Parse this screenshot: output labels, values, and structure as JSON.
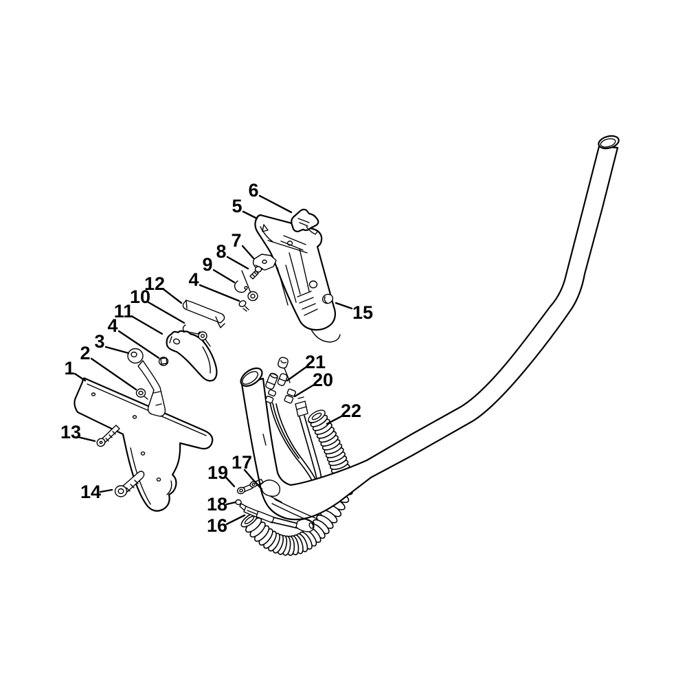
{
  "page": {
    "background": "#ffffff",
    "ink": "#000000"
  },
  "diagram_type": "exploded-parts-diagram",
  "callouts": [
    {
      "number": "6"
    },
    {
      "number": "5"
    },
    {
      "number": "7"
    },
    {
      "number": "8"
    },
    {
      "number": "9"
    },
    {
      "number": "4"
    },
    {
      "number": "12"
    },
    {
      "number": "10"
    },
    {
      "number": "11"
    },
    {
      "number": "4"
    },
    {
      "number": "3"
    },
    {
      "number": "2"
    },
    {
      "number": "1"
    },
    {
      "number": "13"
    },
    {
      "number": "14"
    },
    {
      "number": "15"
    },
    {
      "number": "21"
    },
    {
      "number": "20"
    },
    {
      "number": "22"
    },
    {
      "number": "17"
    },
    {
      "number": "19"
    },
    {
      "number": "18"
    },
    {
      "number": "16"
    }
  ]
}
